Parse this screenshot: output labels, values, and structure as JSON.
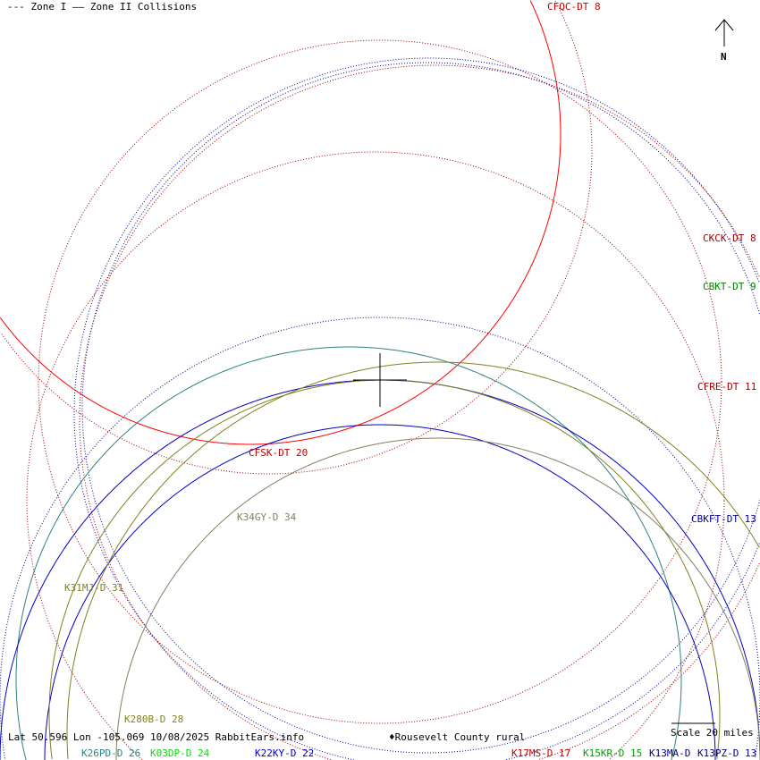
{
  "legend": {
    "zone1": "--- Zone I",
    "zone2": "—— Zone II Collisions"
  },
  "north": "N",
  "status": "Lat 50.596 Lon -105.069 10/08/2025 RabbitEars.info",
  "location": "♦Rousevelt County rural",
  "scale": "Scale 20 miles",
  "stations": [
    {
      "label": "CFQC-DT 8",
      "color": "#c00000"
    },
    {
      "label": "CKCK-DT 8",
      "color": "#a00000"
    },
    {
      "label": "CBKT-DT 9",
      "color": "#008000"
    },
    {
      "label": "CFRE-DT 11",
      "color": "#a00000"
    },
    {
      "label": "CFSK-DT 20",
      "color": "#c00000"
    },
    {
      "label": "K34GY-D 34",
      "color": "#808060"
    },
    {
      "label": "CBKFT-DT 13",
      "color": "#0000a0"
    },
    {
      "label": "K31MJ-D 31",
      "color": "#808020"
    },
    {
      "label": "K280B-D 28",
      "color": "#808020"
    },
    {
      "label": "K26PD-D 26",
      "color": "#308080"
    },
    {
      "label": "K03DP-D 24",
      "color": "#00c000"
    },
    {
      "label": "K22KY-D 22",
      "color": "#0000c0"
    },
    {
      "label": "K17MS-D 17",
      "color": "#c00000"
    },
    {
      "label": "K15KR-D 15",
      "color": "#00a000"
    },
    {
      "label": "K13MA-D",
      "color": "#000080"
    },
    {
      "label": "K13PZ-D 13",
      "color": "#000080"
    }
  ]
}
